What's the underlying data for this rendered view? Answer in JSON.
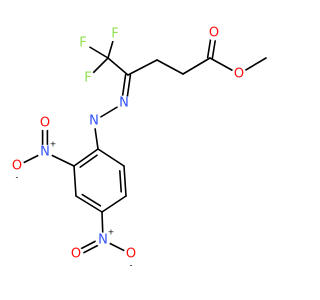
{
  "molecule": {
    "colors": {
      "C": "#000000",
      "O": "#ff0d0d",
      "N": "#3050f8",
      "F": "#90e050"
    },
    "atoms": [
      {
        "id": "f1",
        "symbol": "F",
        "color_key": "F",
        "charge": ""
      },
      {
        "id": "f2",
        "symbol": "F",
        "color_key": "F",
        "charge": ""
      },
      {
        "id": "f3",
        "symbol": "F",
        "color_key": "F",
        "charge": ""
      },
      {
        "id": "o1",
        "symbol": "O",
        "color_key": "O",
        "charge": ""
      },
      {
        "id": "o2",
        "symbol": "O",
        "color_key": "O",
        "charge": ""
      },
      {
        "id": "n1",
        "symbol": "N",
        "color_key": "N",
        "charge": ""
      },
      {
        "id": "n2",
        "symbol": "N",
        "color_key": "N",
        "charge": ""
      },
      {
        "id": "n3",
        "symbol": "N",
        "color_key": "N",
        "charge": "+"
      },
      {
        "id": "o3",
        "symbol": "O",
        "color_key": "O",
        "charge": "-"
      },
      {
        "id": "o4",
        "symbol": "O",
        "color_key": "O",
        "charge": ""
      },
      {
        "id": "n4",
        "symbol": "N",
        "color_key": "N",
        "charge": "+"
      },
      {
        "id": "o5",
        "symbol": "O",
        "color_key": "O",
        "charge": ""
      },
      {
        "id": "o6",
        "symbol": "O",
        "color_key": "O",
        "charge": "-"
      },
      {
        "id": "c1"
      },
      {
        "id": "c2"
      },
      {
        "id": "c3"
      },
      {
        "id": "c4"
      },
      {
        "id": "c5"
      },
      {
        "id": "c6"
      },
      {
        "id": "c7"
      },
      {
        "id": "r1"
      },
      {
        "id": "r2"
      },
      {
        "id": "r3"
      },
      {
        "id": "r4"
      },
      {
        "id": "r5"
      },
      {
        "id": "r6"
      }
    ],
    "bonds": [
      {
        "a": "c1",
        "b": "f1",
        "order": 1
      },
      {
        "a": "c1",
        "b": "f2",
        "order": 1
      },
      {
        "a": "c1",
        "b": "f3",
        "order": 1
      },
      {
        "a": "c1",
        "b": "c2",
        "order": 1
      },
      {
        "a": "c2",
        "b": "c3",
        "order": 1
      },
      {
        "a": "c3",
        "b": "c4",
        "order": 1
      },
      {
        "a": "c4",
        "b": "c5",
        "order": 1
      },
      {
        "a": "c5",
        "b": "o1",
        "order": 2
      },
      {
        "a": "c5",
        "b": "o2",
        "order": 1
      },
      {
        "a": "o2",
        "b": "c6",
        "order": 1
      },
      {
        "a": "c2",
        "b": "n1",
        "order": 2
      },
      {
        "a": "n1",
        "b": "n2",
        "order": 1
      },
      {
        "a": "n2",
        "b": "r1",
        "order": 1
      },
      {
        "a": "r1",
        "b": "r2",
        "order": 2
      },
      {
        "a": "r2",
        "b": "r3",
        "order": 1
      },
      {
        "a": "r3",
        "b": "r4",
        "order": 2
      },
      {
        "a": "r4",
        "b": "r5",
        "order": 1
      },
      {
        "a": "r5",
        "b": "r6",
        "order": 2
      },
      {
        "a": "r6",
        "b": "r1",
        "order": 1
      },
      {
        "a": "r2",
        "b": "n3",
        "order": 1
      },
      {
        "a": "n3",
        "b": "o3",
        "order": 1
      },
      {
        "a": "n3",
        "b": "o4",
        "order": 2
      },
      {
        "a": "r4",
        "b": "n4",
        "order": 1
      },
      {
        "a": "n4",
        "b": "o5",
        "order": 2
      },
      {
        "a": "n4",
        "b": "o6",
        "order": 1
      }
    ]
  }
}
